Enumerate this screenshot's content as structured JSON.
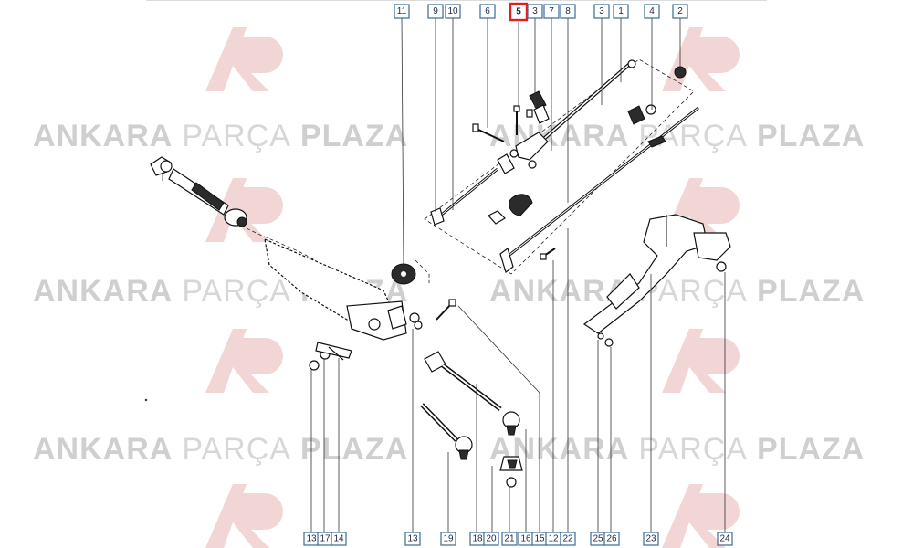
{
  "watermark": {
    "word1": "ANKARA",
    "word2": "PARÇA",
    "word3": "PLAZA"
  },
  "colors": {
    "highlight": "#e0201c",
    "label_border": "#3a6c94",
    "watermark": "#d7d7d7"
  },
  "top_labels": [
    "11",
    "9",
    "10",
    "6",
    "5",
    "3",
    "7",
    "8",
    "3",
    "1",
    "4",
    "2"
  ],
  "bottom_labels": [
    "13",
    "17",
    "14",
    "13",
    "19",
    "18",
    "20",
    "21",
    "16",
    "15",
    "12",
    "22",
    "25",
    "26",
    "23",
    "24"
  ],
  "highlighted_label": "5"
}
